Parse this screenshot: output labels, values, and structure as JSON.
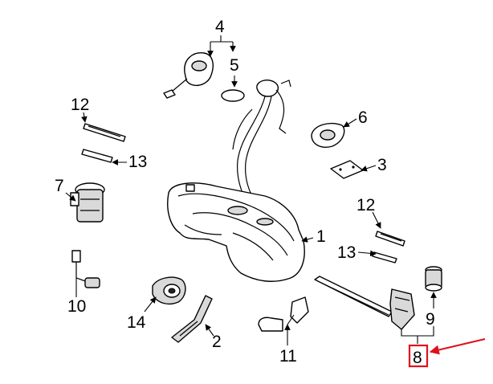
{
  "callouts": [
    {
      "id": "4",
      "label": "4"
    },
    {
      "id": "5",
      "label": "5"
    },
    {
      "id": "12a",
      "label": "12"
    },
    {
      "id": "6",
      "label": "6"
    },
    {
      "id": "13a",
      "label": "13"
    },
    {
      "id": "3",
      "label": "3"
    },
    {
      "id": "7",
      "label": "7"
    },
    {
      "id": "12b",
      "label": "12"
    },
    {
      "id": "1",
      "label": "1"
    },
    {
      "id": "13b",
      "label": "13"
    },
    {
      "id": "10",
      "label": "10"
    },
    {
      "id": "14",
      "label": "14"
    },
    {
      "id": "9",
      "label": "9"
    },
    {
      "id": "2",
      "label": "2"
    },
    {
      "id": "11",
      "label": "11"
    },
    {
      "id": "8",
      "label": "8"
    }
  ],
  "highlight": {
    "callout": "8",
    "color": "#e0101a"
  }
}
